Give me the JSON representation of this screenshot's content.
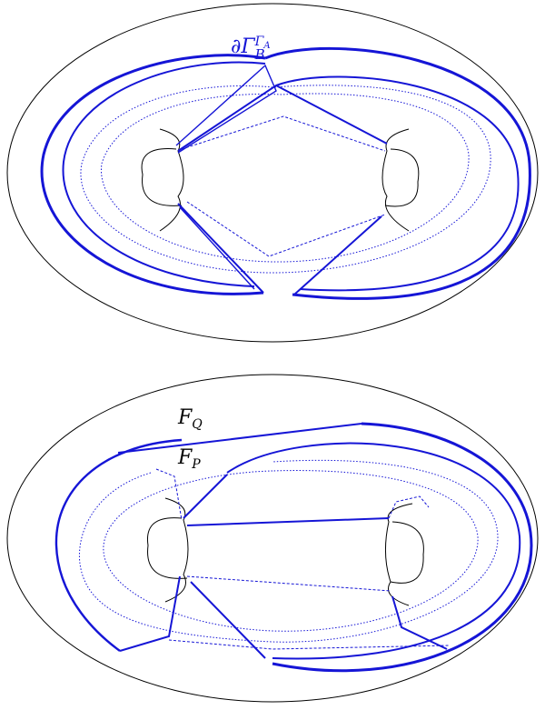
{
  "colors": {
    "ink": "#000000",
    "accent": "#1515d6"
  },
  "top_figure": {
    "label": {
      "text": "∂Γ",
      "sup": "Γ",
      "sup_sub": "A",
      "sub": "B"
    }
  },
  "bottom_figure": {
    "label_q": {
      "text": "F",
      "sub": "Q"
    },
    "label_p": {
      "text": "F",
      "sub": "P"
    }
  }
}
